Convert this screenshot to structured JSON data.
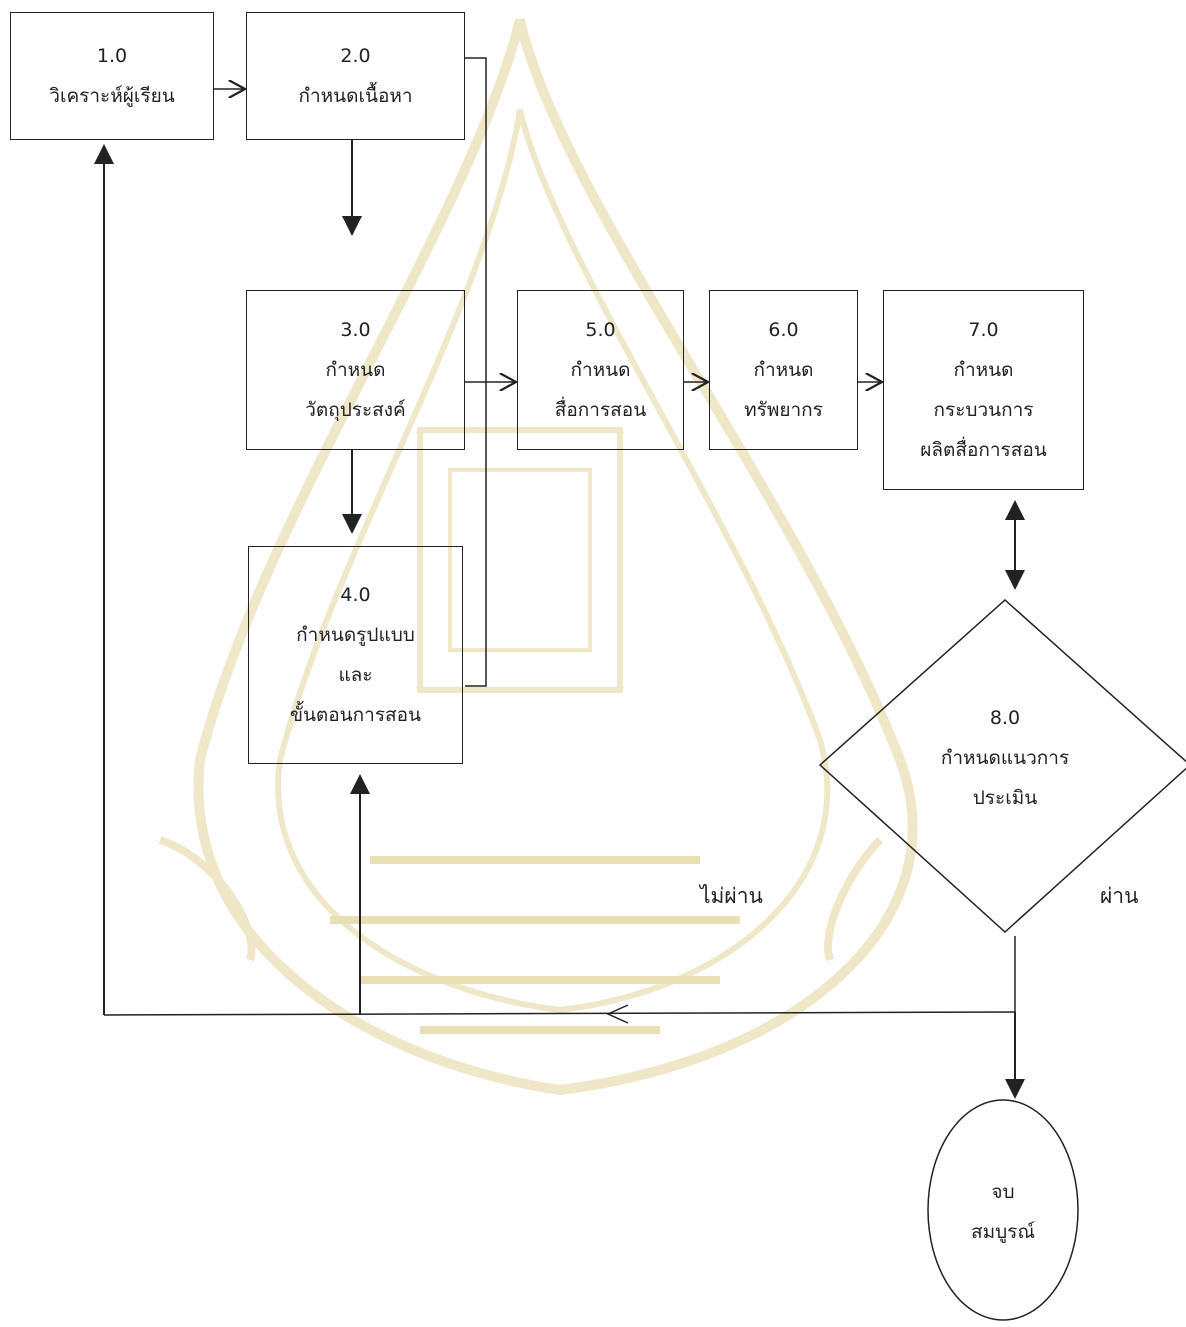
{
  "diagram": {
    "nodes": [
      {
        "id": "n1",
        "number": "1.0",
        "lines": [
          "วิเคราะห์ผู้เรียน"
        ]
      },
      {
        "id": "n2",
        "number": "2.0",
        "lines": [
          "กำหนดเนื้อหา"
        ]
      },
      {
        "id": "n3",
        "number": "3.0",
        "lines": [
          "กำหนด",
          "วัตถุประสงค์"
        ]
      },
      {
        "id": "n4",
        "number": "4.0",
        "lines": [
          "กำหนดรูปแบบ",
          "และ",
          "ขั้นตอนการสอน"
        ]
      },
      {
        "id": "n5",
        "number": "5.0",
        "lines": [
          "กำหนด",
          "สื่อการสอน"
        ]
      },
      {
        "id": "n6",
        "number": "6.0",
        "lines": [
          "กำหนด",
          "ทรัพยากร"
        ]
      },
      {
        "id": "n7",
        "number": "7.0",
        "lines": [
          "กำหนด",
          "กระบวนการ",
          "ผลิตสื่อการสอน"
        ]
      },
      {
        "id": "n8",
        "number": "8.0",
        "lines": [
          "กำหนดแนวการ",
          "ประเมิน"
        ]
      },
      {
        "id": "end",
        "number": "",
        "lines": [
          "จบ",
          "สมบูรณ์"
        ]
      }
    ],
    "labels": {
      "fail": "ไม่ผ่าน",
      "pass": "ผ่าน"
    }
  },
  "colors": {
    "line": "#222222",
    "watermark": "#e3d59a",
    "watermark_dark": "#d8c679"
  }
}
